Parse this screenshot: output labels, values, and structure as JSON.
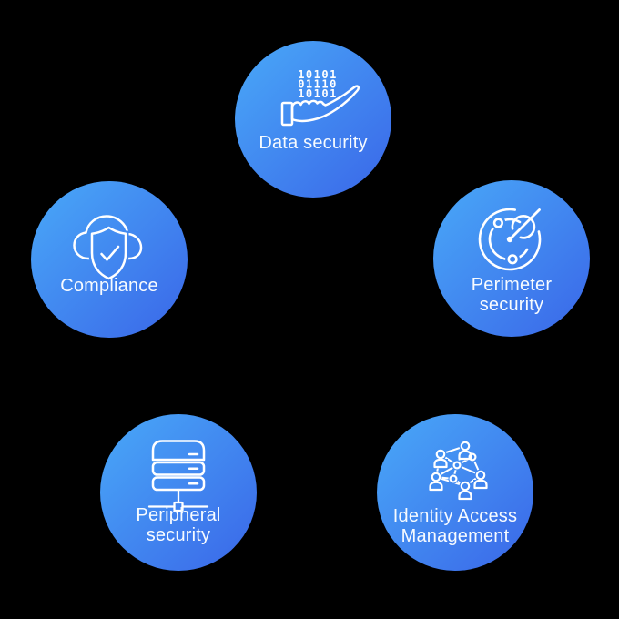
{
  "colors": {
    "background": "#000000",
    "bubble_gradient_start": "#49A9F8",
    "bubble_gradient_end": "#3A66E8",
    "text": "#F7FBFF",
    "icon_stroke": "#FFFFFF"
  },
  "diagram": {
    "type": "security-bubble-diagram",
    "items": [
      {
        "id": "data-security",
        "icon": "hand-binary-icon",
        "lines": [
          "Data security"
        ],
        "binary_rows": [
          "10101",
          "01110",
          "10101"
        ]
      },
      {
        "id": "compliance",
        "icon": "cloud-shield-check-icon",
        "lines": [
          "Compliance"
        ]
      },
      {
        "id": "perimeter-security",
        "icon": "radar-icon",
        "lines": [
          "Perimeter",
          "security"
        ]
      },
      {
        "id": "peripheral-security",
        "icon": "server-network-icon",
        "lines": [
          "Peripheral",
          "security"
        ]
      },
      {
        "id": "identity-access-management",
        "icon": "people-network-icon",
        "lines": [
          "Identity Access",
          "Management"
        ]
      }
    ]
  }
}
